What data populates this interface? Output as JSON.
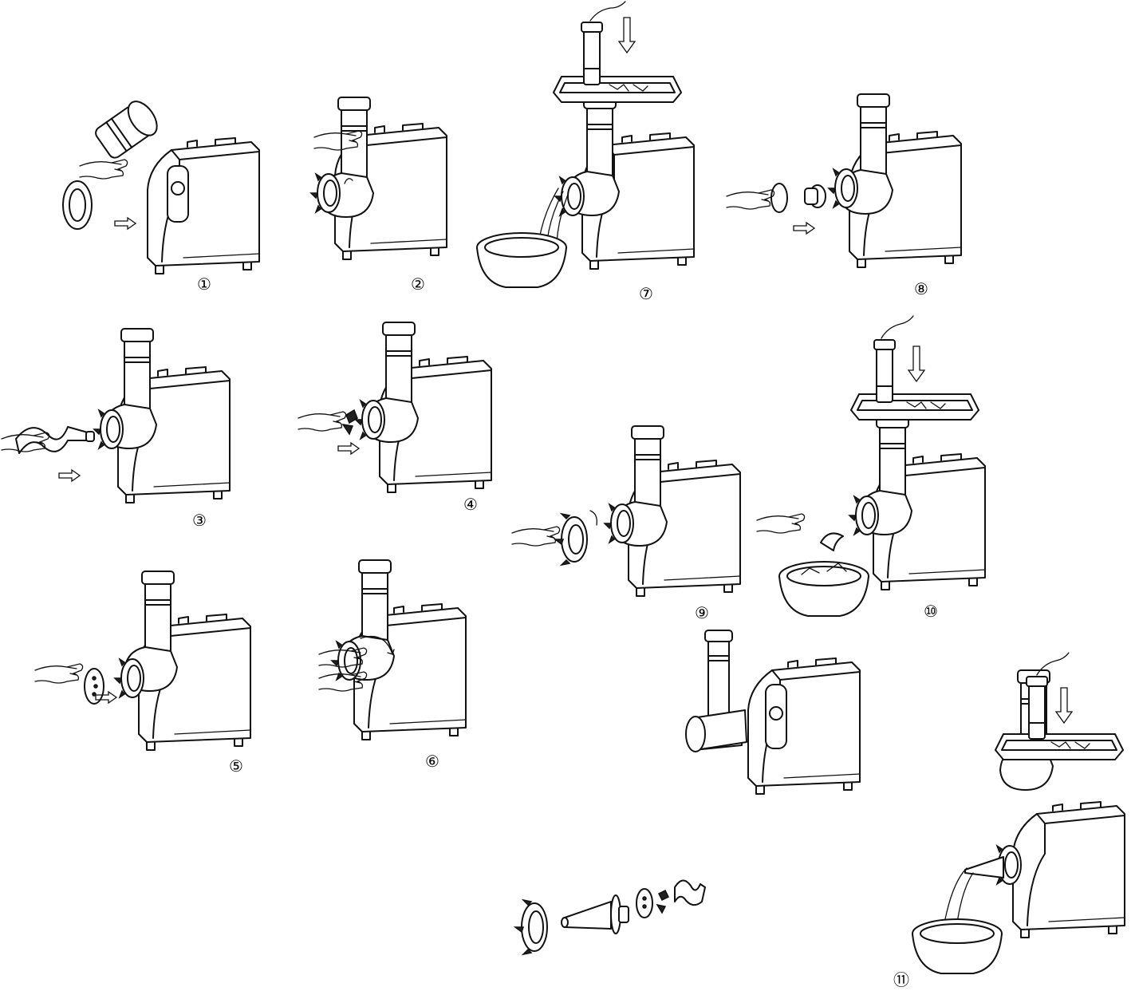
{
  "steps": [
    {
      "label": "①"
    },
    {
      "label": "②"
    },
    {
      "label": "③"
    },
    {
      "label": "④"
    },
    {
      "label": "⑤"
    },
    {
      "label": "⑥"
    },
    {
      "label": "⑦"
    },
    {
      "label": "⑧"
    },
    {
      "label": "⑨"
    },
    {
      "label": "⑩"
    },
    {
      "label": "⑪"
    }
  ],
  "colors": {
    "line": "#111111",
    "background": "#ffffff"
  },
  "icons": [
    "meat-grinder-body-icon",
    "hand-icon",
    "arrow-icon",
    "feeding-tray-icon",
    "bowl-icon",
    "cutting-blade-icon",
    "ring-nut-icon",
    "auger-icon",
    "sausage-attachment-icon"
  ]
}
